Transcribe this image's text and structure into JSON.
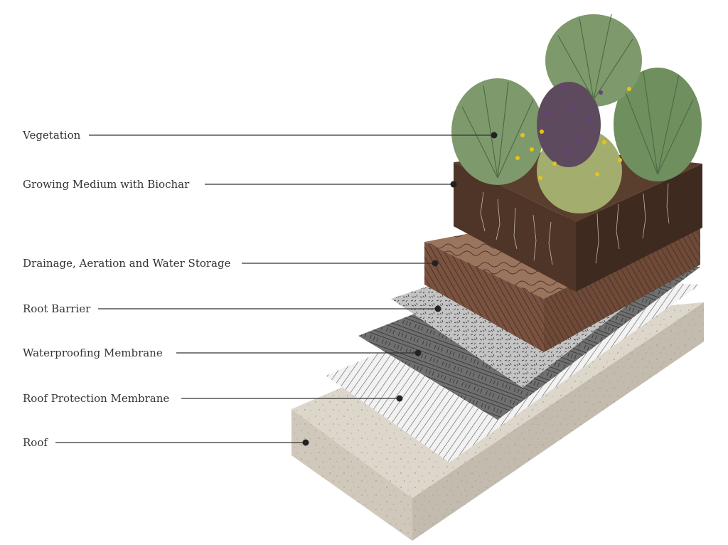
{
  "diagram": {
    "labels": {
      "vegetation": "Vegetation",
      "growing_medium": "Growing Medium with Biochar",
      "drainage": "Drainage, Aeration and Water Storage",
      "root_barrier": "Root Barrier",
      "waterproofing": "Waterproofing Membrane",
      "protection": "Roof Protection Membrane",
      "roof": "Roof"
    },
    "colors": {
      "leader_line": "#333333",
      "concrete": "#d8d2c6",
      "soil": "#5a3f2e",
      "drainage_board": "#8a6450",
      "root_barrier": "#b8b8b8",
      "waterproofing": "#6b6b6b",
      "protection": "#e4e4e4",
      "grass": "#6f8f5f",
      "flower_yellow": "#e8c21a",
      "flower_purple": "#6a3f7a"
    }
  }
}
